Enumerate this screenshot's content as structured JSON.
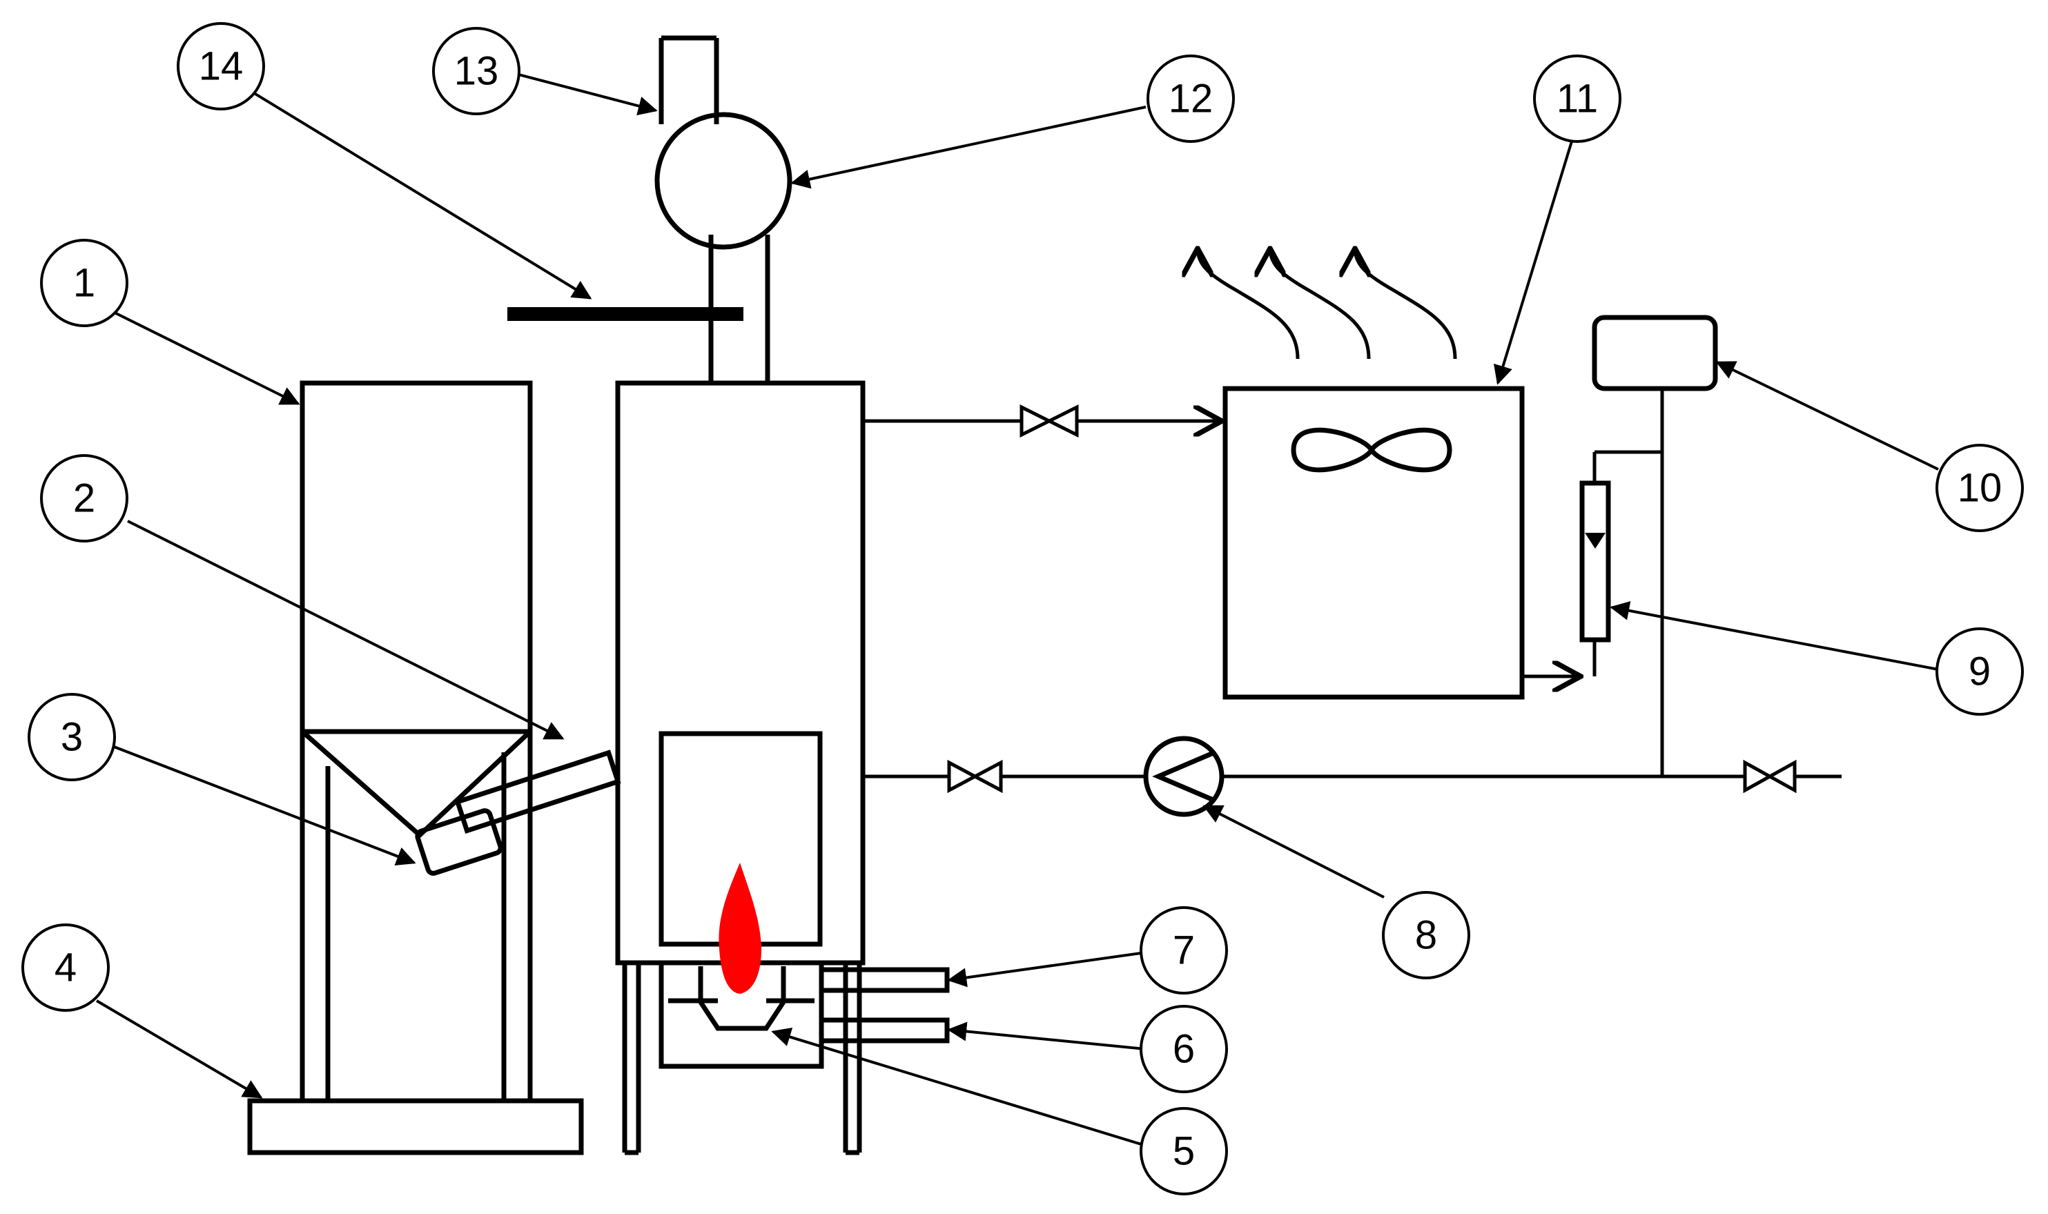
{
  "colors": {
    "line": "#000000",
    "background": "#ffffff",
    "flame": "#ff0000"
  },
  "callouts": [
    {
      "label": "1"
    },
    {
      "label": "2"
    },
    {
      "label": "3"
    },
    {
      "label": "4"
    },
    {
      "label": "5"
    },
    {
      "label": "6"
    },
    {
      "label": "7"
    },
    {
      "label": "8"
    },
    {
      "label": "9"
    },
    {
      "label": "10"
    },
    {
      "label": "11"
    },
    {
      "label": "12"
    },
    {
      "label": "13"
    },
    {
      "label": "14"
    }
  ]
}
